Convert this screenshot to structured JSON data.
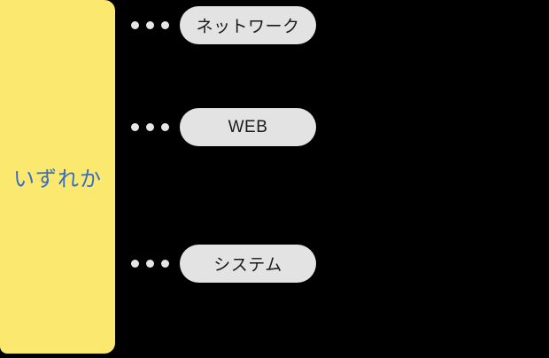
{
  "diagram": {
    "source": {
      "label": "いずれか"
    },
    "options": [
      {
        "label": "ネットワーク"
      },
      {
        "label": "WEB"
      },
      {
        "label": "システム"
      }
    ]
  },
  "colors": {
    "bg": "#000000",
    "source_fill": "#FAE96E",
    "source_text": "#3A6CC4",
    "pill_fill": "#E3E3E3",
    "pill_text": "#1A1A1A",
    "dot": "#E6E6E6"
  }
}
